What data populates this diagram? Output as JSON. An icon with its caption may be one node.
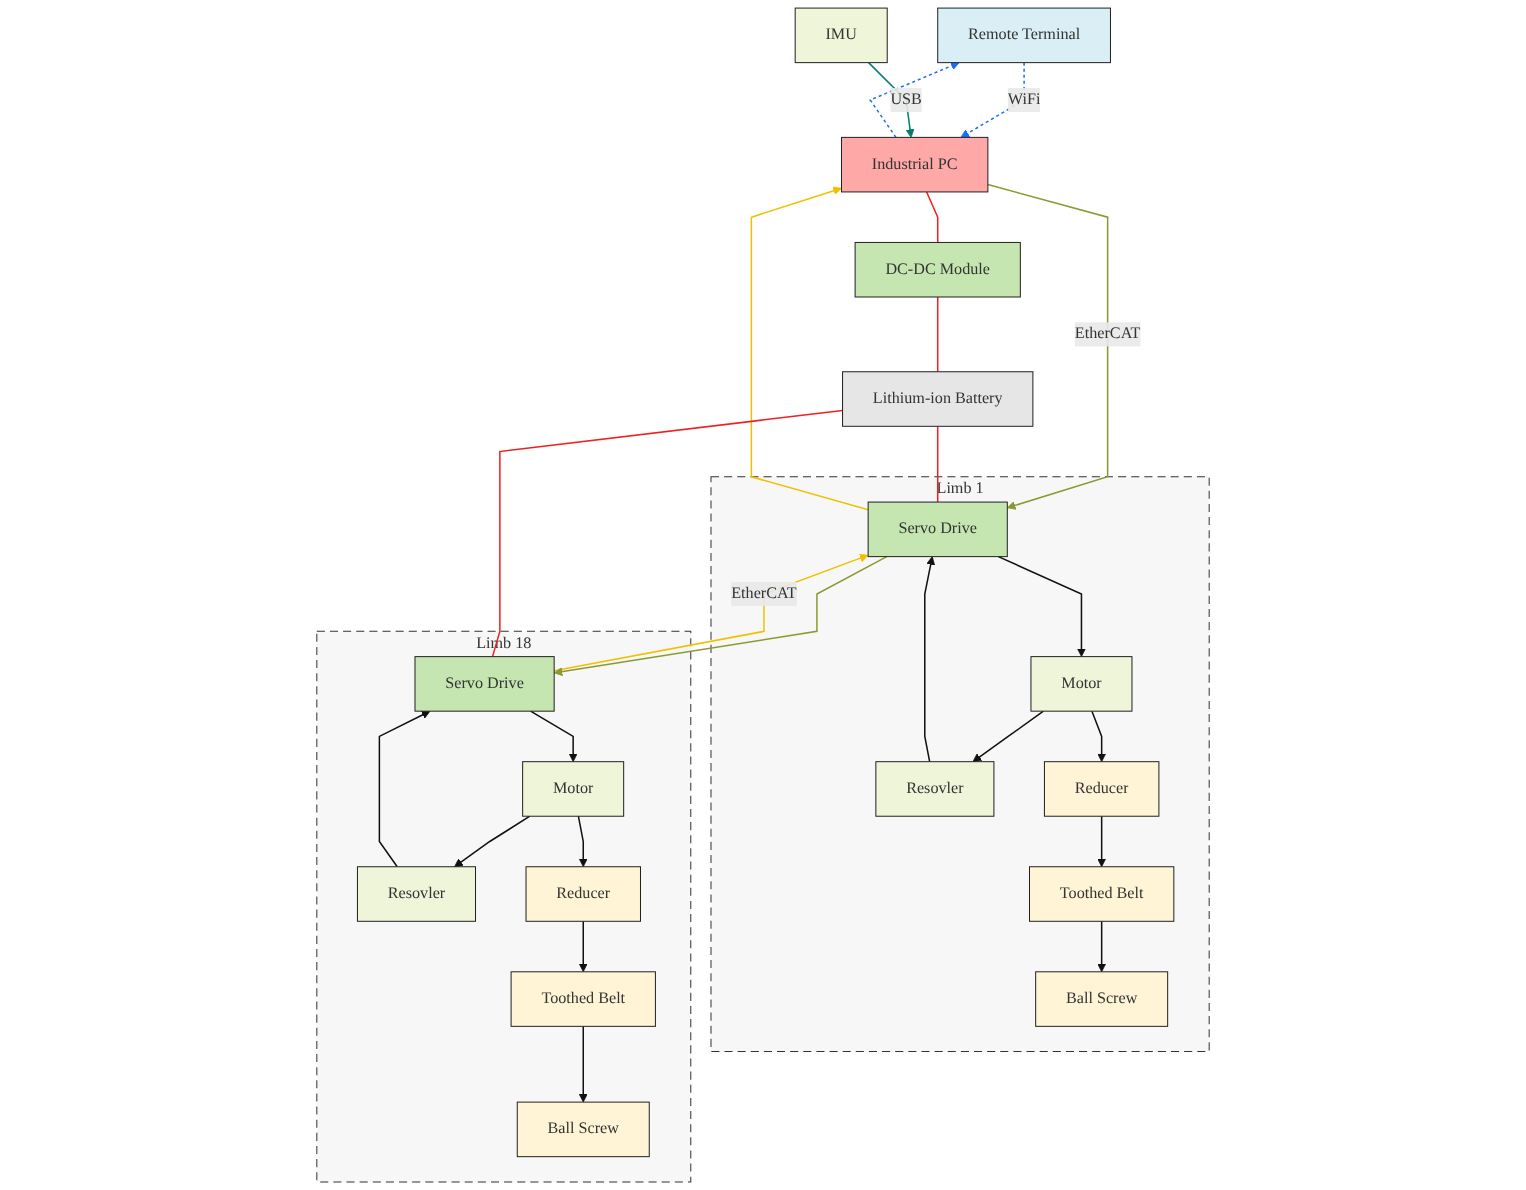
{
  "diagram": {
    "nodes": [
      {
        "text": [
          "Remote Terminal"
        ]
      },
      {
        "text": [
          "IMU"
        ]
      },
      {
        "text": [
          "Industrial PC"
        ]
      },
      {
        "text": [
          "DC-DC Module"
        ]
      },
      {
        "text": [
          "Lithium-ion Battery"
        ]
      },
      {
        "text": [
          "Limb 1"
        ]
      },
      {
        "text": [
          "Servo Drive"
        ],
        "in": 5
      },
      {
        "text": [
          "Motor"
        ],
        "in": 5
      },
      {
        "text": [
          "Resovler"
        ],
        "in": 5
      },
      {
        "text": [
          "Reducer"
        ],
        "in": 5
      },
      {
        "text": [
          "Toothed Belt"
        ],
        "in": 5
      },
      {
        "text": [
          "Ball Screw"
        ],
        "in": 5
      },
      {
        "text": [
          "Limb 18"
        ]
      },
      {
        "text": [
          "Servo Drive"
        ],
        "in": 12
      },
      {
        "text": [
          "Motor"
        ],
        "in": 12
      },
      {
        "text": [
          "Resovler"
        ],
        "in": 12
      },
      {
        "text": [
          "Reducer"
        ],
        "in": 12
      },
      {
        "text": [
          "Toothed Belt"
        ],
        "in": 12
      },
      {
        "text": [
          "Ball Screw"
        ],
        "in": 12
      }
    ],
    "edges": [
      {
        "from": 0,
        "to": 2,
        "arrow": "to",
        "label": "WiFi",
        "style": "dashed",
        "color": "#1a6ef5"
      },
      {
        "from": 2,
        "to": 0,
        "arrow": "to",
        "style": "dashed",
        "color": "#1a6ef5"
      },
      {
        "from": 1,
        "to": 2,
        "arrow": "to",
        "label": "USB",
        "color": "#00806a"
      },
      {
        "from": 2,
        "to": 3,
        "arrow": "none",
        "color": "#f02020"
      },
      {
        "from": 3,
        "to": 4,
        "arrow": "none",
        "color": "#f02020"
      },
      {
        "from": 2,
        "to": 6,
        "arrow": "to",
        "label": "EtherCAT",
        "color": "#8b9a2f"
      },
      {
        "from": 6,
        "to": 2,
        "arrow": "to",
        "color": "#f0c000"
      },
      {
        "from": 4,
        "to": 6,
        "arrow": "none",
        "color": "#f02020"
      },
      {
        "from": 4,
        "to": 13,
        "arrow": "none",
        "color": "#f02020"
      },
      {
        "from": 13,
        "to": 6,
        "arrow": "to",
        "label": "EtherCAT",
        "color": "#f0c000"
      },
      {
        "from": 6,
        "to": 13,
        "arrow": "to",
        "color": "#8b9a2f"
      },
      {
        "from": 6,
        "to": 7,
        "arrow": "to"
      },
      {
        "from": 7,
        "to": 8,
        "arrow": "to"
      },
      {
        "from": 8,
        "to": 6,
        "arrow": "to"
      },
      {
        "from": 7,
        "to": 9,
        "arrow": "to"
      },
      {
        "from": 9,
        "to": 10,
        "arrow": "to"
      },
      {
        "from": 10,
        "to": 11,
        "arrow": "to"
      },
      {
        "from": 13,
        "to": 14,
        "arrow": "to"
      },
      {
        "from": 14,
        "to": 15,
        "arrow": "to"
      },
      {
        "from": 15,
        "to": 13,
        "arrow": "to"
      },
      {
        "from": 14,
        "to": 16,
        "arrow": "to"
      },
      {
        "from": 16,
        "to": 17,
        "arrow": "to"
      },
      {
        "from": 17,
        "to": 18,
        "arrow": "to"
      }
    ]
  }
}
